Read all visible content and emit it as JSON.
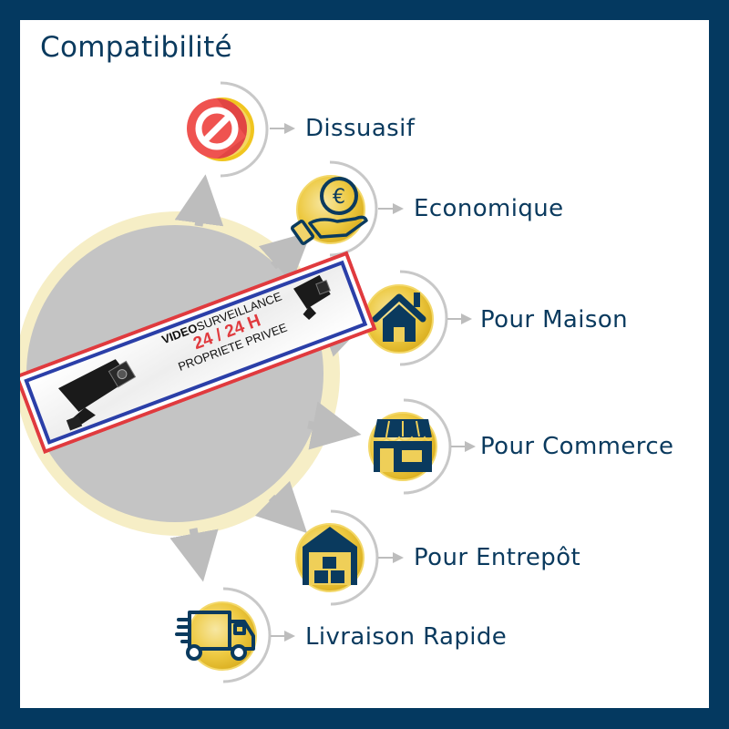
{
  "title": "Compatibilité",
  "colors": {
    "border": "#043960",
    "text": "#0a3a5e",
    "accent_gold": "#e8c23a",
    "gray_circle": "#c4c4c4",
    "ring_pale": "#f5ecc0",
    "red": "#e03a3e",
    "blue": "#2b3fa8"
  },
  "sticker": {
    "line1_bold": "VIDEO",
    "line1_rest": "SURVEILLANCE",
    "line2": "24 / 24 H",
    "line3": "PROPRIETE PRIVEE"
  },
  "features": [
    {
      "label": "Dissuasif",
      "icon": "prohibited-icon"
    },
    {
      "label": "Economique",
      "icon": "euro-coin-hand-icon"
    },
    {
      "label": "Pour Maison",
      "icon": "house-icon"
    },
    {
      "label": "Pour Commerce",
      "icon": "shop-storefront-icon"
    },
    {
      "label": "Pour Entrepôt",
      "icon": "warehouse-icon"
    },
    {
      "label": "Livraison Rapide",
      "icon": "delivery-truck-icon"
    }
  ]
}
